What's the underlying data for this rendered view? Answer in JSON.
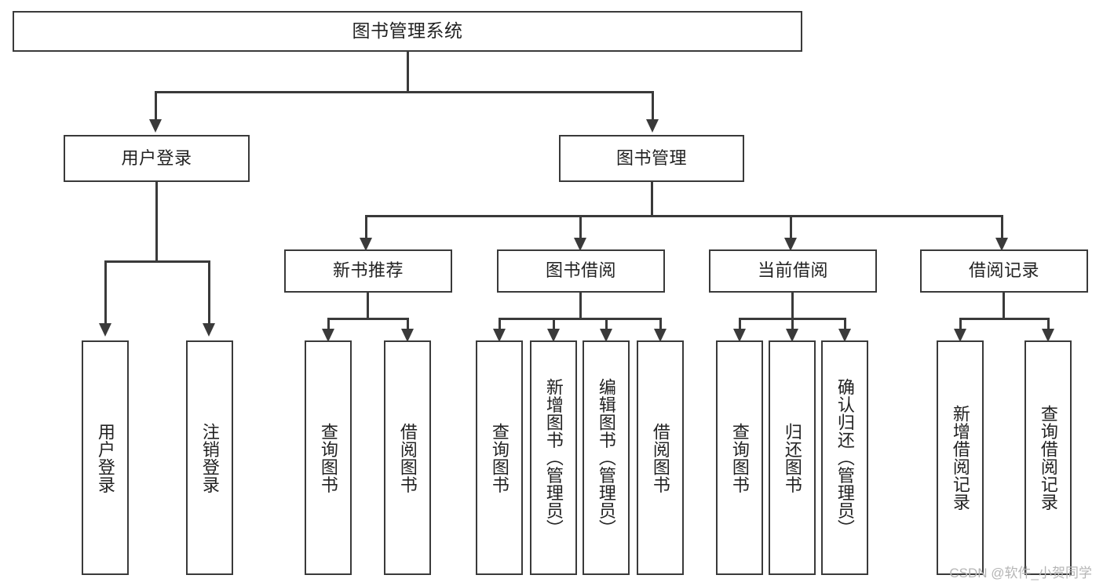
{
  "diagram": {
    "type": "tree-hierarchy",
    "title": "图书管理系统",
    "root": {
      "id": "root",
      "label": "图书管理系统"
    },
    "level2": [
      {
        "id": "user-login",
        "label": "用户登录"
      },
      {
        "id": "book-management",
        "label": "图书管理"
      }
    ],
    "level3": [
      {
        "id": "new-book-recommend",
        "label": "新书推荐",
        "parent": "book-management"
      },
      {
        "id": "book-borrow",
        "label": "图书借阅",
        "parent": "book-management"
      },
      {
        "id": "current-borrow",
        "label": "当前借阅",
        "parent": "book-management"
      },
      {
        "id": "borrow-record",
        "label": "借阅记录",
        "parent": "book-management"
      }
    ],
    "leaves": {
      "user-login": [
        {
          "id": "leaf-user-login",
          "label": "用户登录"
        },
        {
          "id": "leaf-logout-login",
          "label": "注销登录"
        }
      ],
      "new-book-recommend": [
        {
          "id": "leaf-query-book-1",
          "label": "查询图书"
        },
        {
          "id": "leaf-borrow-book-1",
          "label": "借阅图书"
        }
      ],
      "book-borrow": [
        {
          "id": "leaf-query-book-2",
          "label": "查询图书"
        },
        {
          "id": "leaf-add-book-admin",
          "label": "新增图书（管理员）"
        },
        {
          "id": "leaf-edit-book-admin",
          "label": "编辑图书（管理员）"
        },
        {
          "id": "leaf-borrow-book-2",
          "label": "借阅图书"
        }
      ],
      "current-borrow": [
        {
          "id": "leaf-query-book-3",
          "label": "查询图书"
        },
        {
          "id": "leaf-return-book",
          "label": "归还图书"
        },
        {
          "id": "leaf-confirm-return-admin",
          "label": "确认归还（管理员）"
        }
      ],
      "borrow-record": [
        {
          "id": "leaf-add-borrow-record",
          "label": "新增借阅记录"
        },
        {
          "id": "leaf-query-borrow-record",
          "label": "查询借阅记录"
        }
      ]
    }
  },
  "watermark": {
    "text": "CSDN @软件_小贺同学"
  },
  "colors": {
    "stroke": "#3a3a3a",
    "background": "#ffffff",
    "text": "#222222",
    "watermark": "#b5b5b5"
  }
}
